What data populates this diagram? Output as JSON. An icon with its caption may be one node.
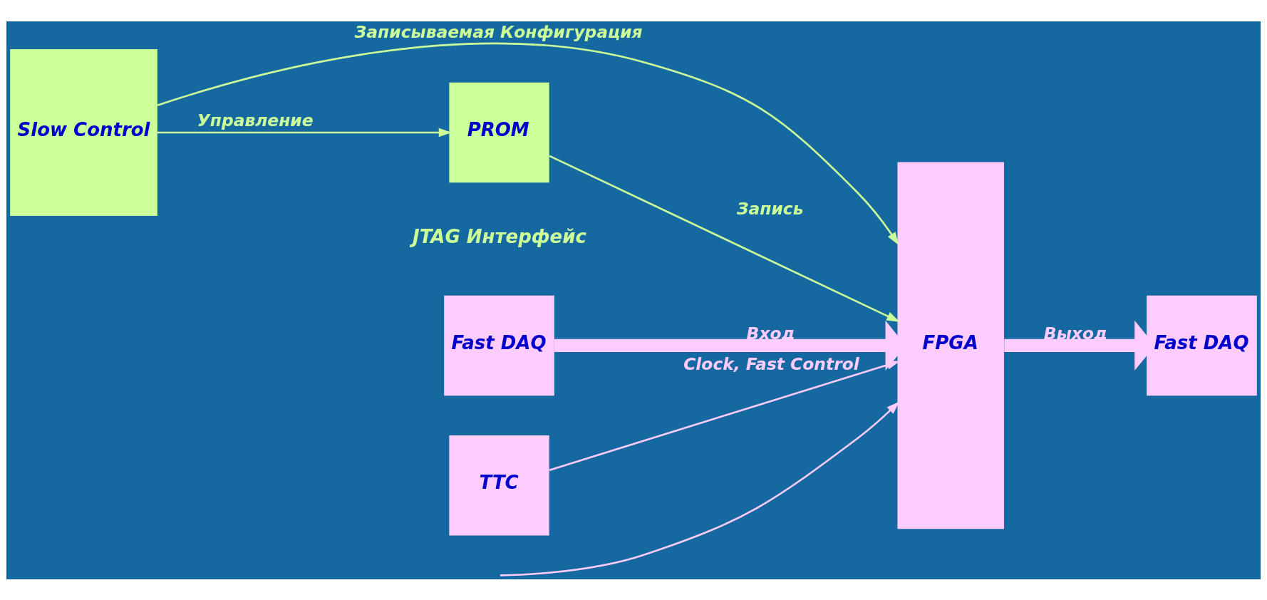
{
  "diagram": {
    "nodes": [
      {
        "text": [
          "Slow Control"
        ]
      },
      {
        "text": [
          "FPGA"
        ]
      },
      {
        "text": [
          "Fast DAQ"
        ]
      },
      {
        "text": [
          "PROM"
        ]
      },
      {
        "text": [
          "Fast DAQ"
        ]
      },
      {
        "text": [
          "TTC"
        ]
      }
    ],
    "edges": [
      {
        "from": 0,
        "to": 1,
        "arrow": "to",
        "label": "Записываемая Конфигурация",
        "color": "#ccff99"
      },
      {
        "from": 0,
        "to": 3,
        "arrow": "to",
        "label": "Управление",
        "color": "#ccff99"
      },
      {
        "from": 3,
        "to": 1,
        "arrow": "to",
        "label": "Запись",
        "color": "#ccff99"
      },
      {
        "from": 1,
        "to": 2,
        "arrow": "to",
        "label": "Выход",
        "style": "thick",
        "color": "#ffccff"
      },
      {
        "from": 4,
        "to": 1,
        "arrow": "to",
        "label": "Вход",
        "style": "thick",
        "color": "#ffccff"
      },
      {
        "from": 5,
        "to": 1,
        "arrow": "to",
        "label": "Clock, Fast Control",
        "color": "#ffccff"
      },
      {
        "from": null,
        "to": 1,
        "arrow": "to",
        "color": "#ffccff"
      }
    ],
    "labels": [
      "JTAG Интерфейс"
    ]
  }
}
